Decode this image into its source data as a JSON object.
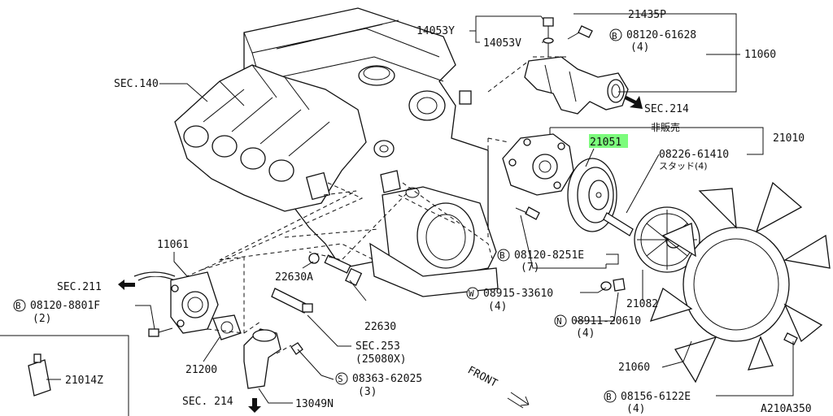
{
  "labels": {
    "p21435p": "21435P",
    "p14053y": "14053Y",
    "p14053v": "14053V",
    "b08120_61628": "08120-61628",
    "b08120_61628_qty": "(4)",
    "p11060": "11060",
    "sec214_top": "SEC.214",
    "sec140": "SEC.140",
    "not_for_sale": "非販売",
    "p21010": "21010",
    "p21051": "21051",
    "b08226_61410": "08226-61410",
    "stud_qty": "スタッド(4)",
    "b08120_8251e": "08120-8251E",
    "b08120_8251e_qty": "(7)",
    "w08915_33610": "08915-33610",
    "w08915_qty": "(4)",
    "p21082": "21082",
    "n08911_20610": "08911-20610",
    "n08911_qty": "(4)",
    "p21060": "21060",
    "b08156_6122e": "08156-6122E",
    "b08156_qty": "(4)",
    "diagram_code": "A210A350",
    "p11061": "11061",
    "sec211": "SEC.211",
    "b08120_8801f": "08120-8801F",
    "b08120_8801f_qty": "(2)",
    "p22630a": "22630A",
    "p22630": "22630",
    "sec253": "SEC.253",
    "sec253_sub": "(25080X)",
    "p21200": "21200",
    "s08363_62025": "08363-62025",
    "s08363_qty": "(3)",
    "p21014z": "21014Z",
    "sec214_bottom": "SEC. 214",
    "p13049n": "13049N",
    "front": "FRONT"
  },
  "prefix_symbols": {
    "bolt": "B",
    "washer": "W",
    "nut": "N",
    "screw": "S"
  },
  "colors": {
    "highlight": "#7CFC7C",
    "ink": "#111111",
    "background": "#ffffff"
  }
}
